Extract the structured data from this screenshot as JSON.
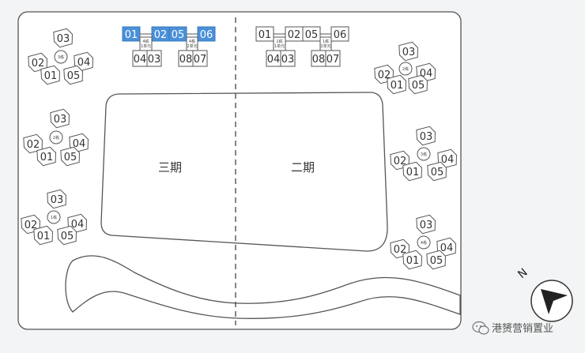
{
  "phases": {
    "phase3": "三期",
    "phase2": "二期"
  },
  "cluster_units": {
    "u01": "01",
    "u02": "02",
    "u03": "03",
    "u04": "04",
    "u05": "05"
  },
  "clusters": [
    {
      "id": "left-top",
      "building": "3栋"
    },
    {
      "id": "left-mid",
      "building": "2栋"
    },
    {
      "id": "left-bottom",
      "building": "1栋"
    },
    {
      "id": "right-top",
      "building": "2栋"
    },
    {
      "id": "right-mid",
      "building": "3栋"
    },
    {
      "id": "right-bottom",
      "building": "4栋"
    }
  ],
  "row_buildings": [
    {
      "id": "phase3-row",
      "top_units": [
        "01",
        "02",
        "05",
        "06"
      ],
      "bottom_units": [
        "04",
        "03",
        "08",
        "07"
      ],
      "highlighted": true,
      "tags": [
        "4栋\n1单元",
        "4栋\n2单元"
      ]
    },
    {
      "id": "phase2-row",
      "top_units": [
        "01",
        "02",
        "05",
        "06"
      ],
      "bottom_units": [
        "04",
        "03",
        "08",
        "07"
      ],
      "highlighted": false,
      "tags": [
        "1栋\n1单元",
        "1栋\n2单元"
      ]
    }
  ],
  "compass": {
    "label": "N"
  },
  "watermark": {
    "text": "港赟营销置业"
  },
  "colors": {
    "highlight": "#4a90d9",
    "line": "#555555",
    "background": "#f3f4f5",
    "panel": "#ffffff"
  }
}
